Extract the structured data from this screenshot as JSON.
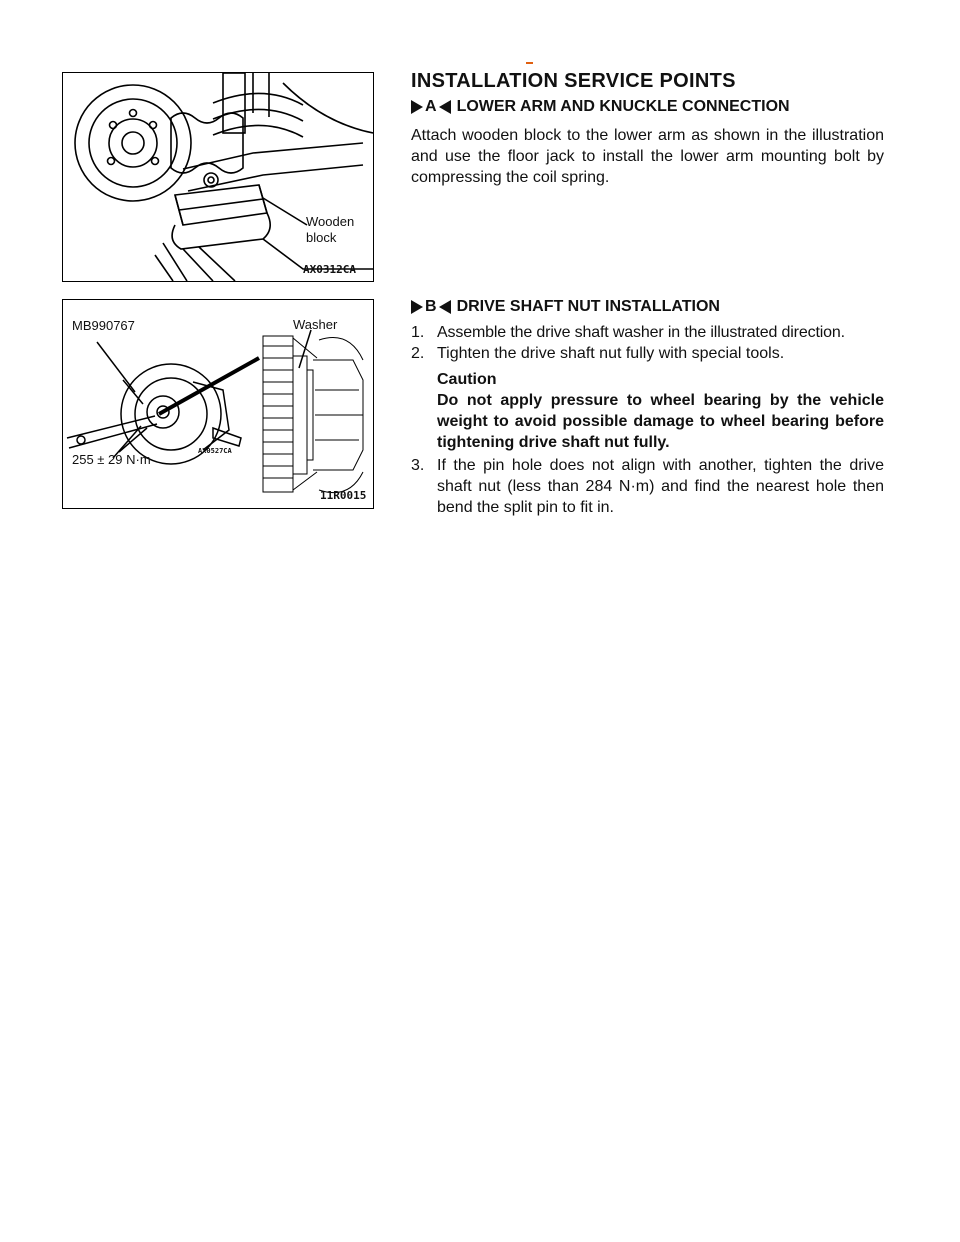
{
  "section_title": "INSTALLATION SERVICE POINTS",
  "service_point_a": {
    "marker": "A",
    "title": "LOWER ARM AND KNUCKLE CONNECTION",
    "text": "Attach wooden block to the lower arm as shown in the illustration and use the floor jack to install the lower arm mounting bolt by compressing the coil spring."
  },
  "service_point_b": {
    "marker": "B",
    "title": "DRIVE SHAFT NUT INSTALLATION",
    "steps": [
      {
        "num": "1.",
        "text": "Assemble the drive shaft washer in the illustrated direction."
      },
      {
        "num": "2.",
        "text": "Tighten the drive shaft nut fully with special tools."
      },
      {
        "num": "3.",
        "text": "If the pin hole does not align with another, tighten the drive shaft nut (less than 284 N·m) and find the nearest hole then bend the split pin to fit in."
      }
    ],
    "caution_title": "Caution",
    "caution_text": "Do not apply pressure to wheel bearing by the vehicle weight to avoid possible damage to wheel bearing before tightening drive shaft nut fully."
  },
  "figure1": {
    "label_wooden_block": "Wooden\nblock",
    "code": "AX0312CA"
  },
  "figure2": {
    "label_tool": "MB990767",
    "label_washer": "Washer",
    "label_torque": "255 ± 29 N·m",
    "inner_code": "AX0527CA",
    "code": "11R0015"
  }
}
